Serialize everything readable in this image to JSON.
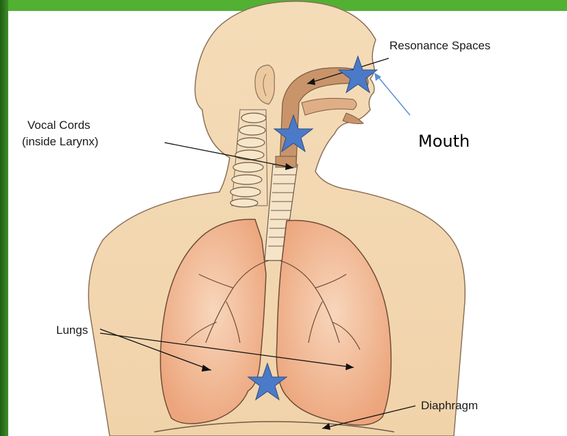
{
  "labels": {
    "resonance": "Resonance Spaces",
    "mouth": "Mouth",
    "vocal_line1": "Vocal Cords",
    "vocal_line2": "(inside Larynx)",
    "lungs": "Lungs",
    "diaphragm": "Diaphragm"
  },
  "markers": {
    "count": 3,
    "color": "#4a7ac8",
    "shape": "star-icon"
  },
  "colors": {
    "skin": "#f3d8b2",
    "skin_outline": "#7a6550",
    "lung": "#eeae86",
    "tract": "#c9946a",
    "frame_green": "#52b032"
  }
}
